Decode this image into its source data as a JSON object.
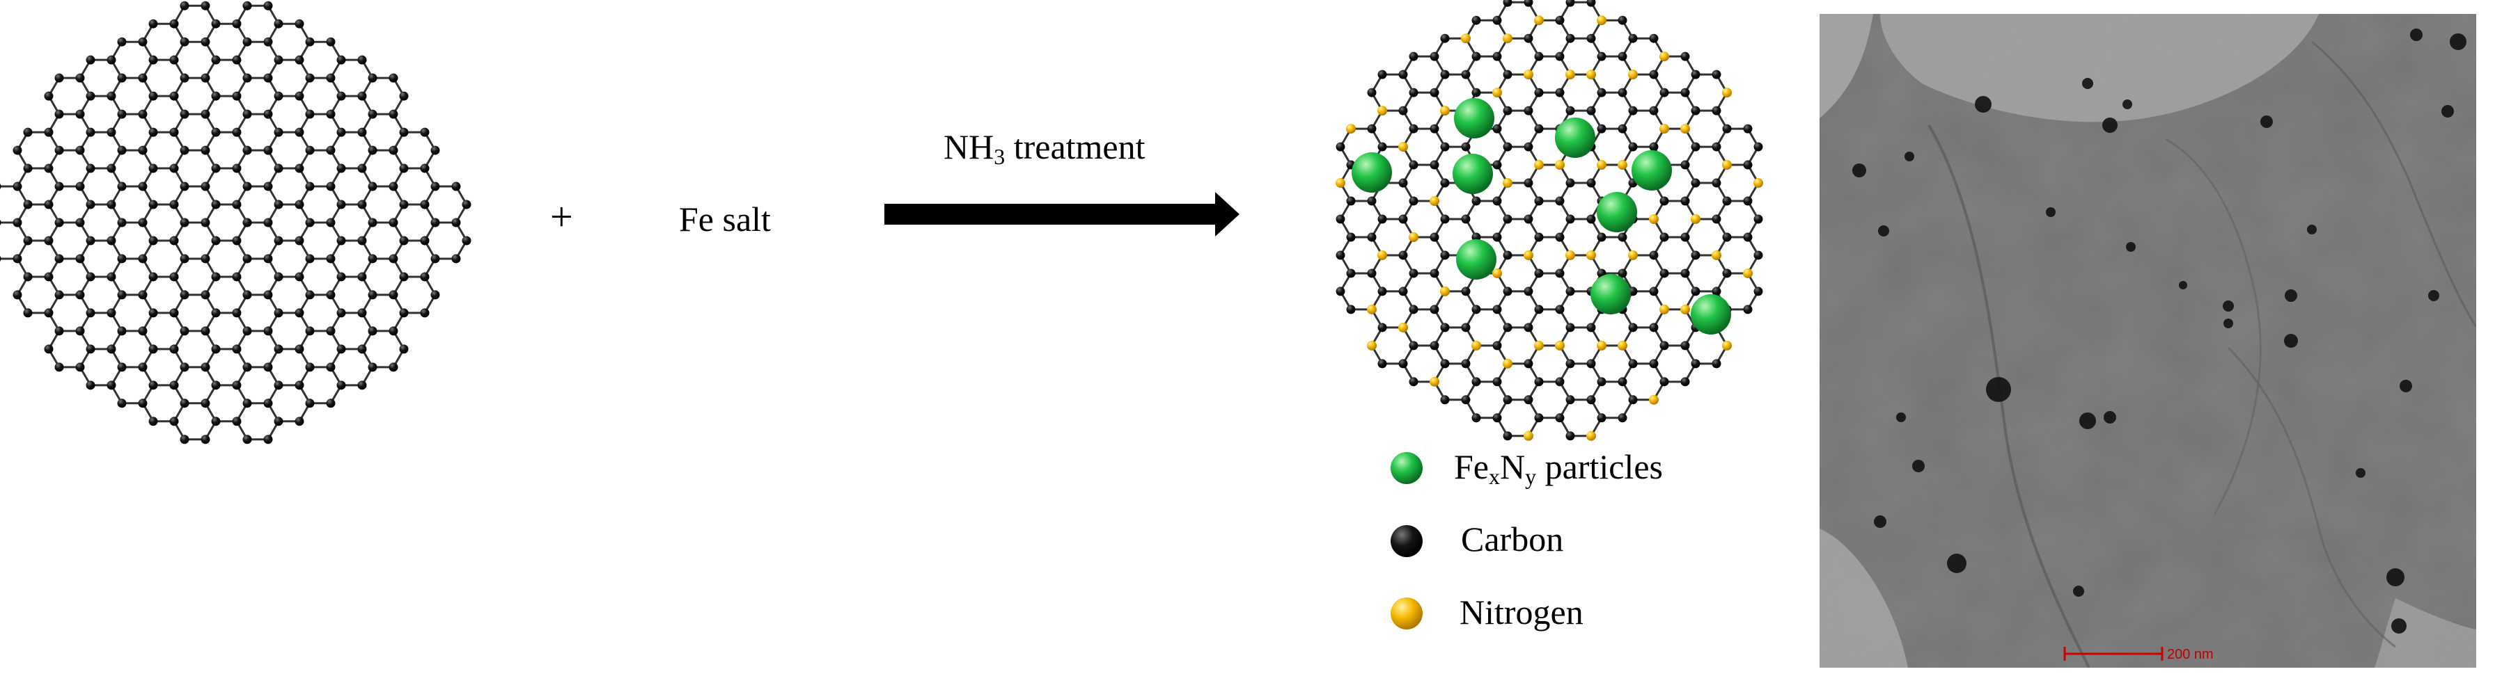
{
  "reactant": {
    "plus": "+",
    "reagent": "Fe salt"
  },
  "arrow": {
    "label_main": "NH",
    "label_sub": "3",
    "label_rest": " treatment"
  },
  "legend": [
    {
      "label_a": "Fe",
      "sub_a": "x",
      "label_b": "N",
      "sub_b": "y",
      "label_c": " particles",
      "color": "#1db53f"
    },
    {
      "label": "Carbon",
      "color": "#111111"
    },
    {
      "label": "Nitrogen",
      "color": "#f2b400"
    }
  ],
  "tem_image": {
    "scale_bar": "200 nm"
  },
  "colors": {
    "carbon": "#111111",
    "nitrogen": "#f2b400",
    "particle": "#1db53f",
    "bond": "#333333"
  }
}
